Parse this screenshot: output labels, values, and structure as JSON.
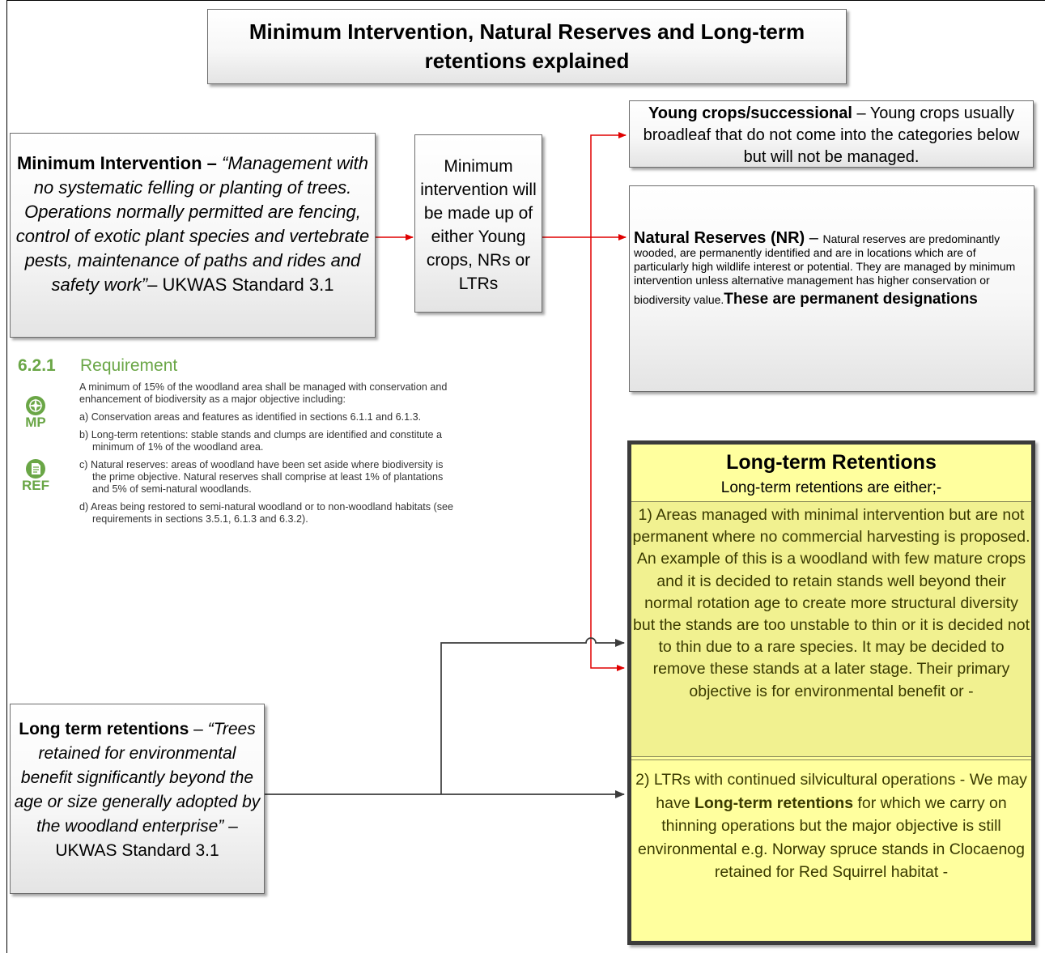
{
  "title": {
    "line1": "Minimum Intervention, Natural Reserves and Long-term",
    "line2": "retentions explained"
  },
  "minimum_intervention": {
    "lead": "Minimum Intervention – ",
    "quote": "“Management with no systematic felling or planting of trees. Operations normally permitted are fencing, control of exotic plant species and vertebrate pests, maintenance of paths and rides and safety work”",
    "source": "– UKWAS Standard 3.1"
  },
  "middle_box": {
    "text": "Minimum intervention will be made up of either Young crops, NRs or LTRs"
  },
  "young_crops": {
    "lead": "Young crops/successional",
    "text": " – Young crops usually broadleaf that do not come into the categories below but will not be managed."
  },
  "natural_reserves": {
    "lead": "Natural Reserves (NR)",
    "dash": " – ",
    "text": "Natural reserves are predominantly wooded, are permanently identified and are in locations which are of particularly high wildlife interest or potential. They are managed by minimum intervention unless alternative management has higher conservation or biodiversity value.",
    "emphasis": "These are permanent designations"
  },
  "long_term_retentions_box": {
    "title": "Long-term Retentions",
    "subtitle": "Long-term retentions are either;-",
    "item1": "1) Areas managed with minimal intervention but are not permanent where no commercial harvesting is proposed.  An example of this is a woodland with few mature crops and it is decided to retain stands well beyond their normal rotation age to create more structural diversity but the stands are too unstable to thin or it is decided not to thin due to a rare species. It may be decided to remove these stands at a later stage.  Their primary objective is for environmental benefit or -",
    "item2_pre": "2) LTRs with continued silvicultural operations - We may have ",
    "item2_bold": "Long-term retentions",
    "item2_post": " for which we carry on thinning operations but the major objective is still environmental e.g. Norway spruce stands in Clocaenog retained for Red Squirrel habitat -"
  },
  "long_term_retentions_def": {
    "lead": "Long term retentions",
    "dash": " – ",
    "quote": "“Trees retained for environmental benefit significantly beyond the age or size generally adopted by the woodland enterprise”",
    "source": " – UKWAS Standard 3.1"
  },
  "requirement": {
    "number": "6.2.1",
    "heading": "Requirement",
    "intro": "A minimum of 15% of the woodland area shall be managed with conservation and enhancement of biodiversity as a major objective including:",
    "items": [
      "a) Conservation areas and features as identified in sections 6.1.1 and 6.1.3.",
      "b) Long-term retentions: stable stands and clumps are identified and constitute a minimum of 1% of the woodland area.",
      "c) Natural reserves: areas of woodland have been set aside where biodiversity is the prime objective. Natural reserves shall comprise at least 1% of plantations and 5% of semi-natural woodlands.",
      "d) Areas being restored to semi-natural woodland or to non-woodland habitats (see requirements in sections 3.5.1, 6.1.3 and 6.3.2)."
    ],
    "badges": [
      "MP",
      "REF"
    ]
  },
  "colors": {
    "arrow_red": "#e00000",
    "arrow_dark": "#3c3c3c",
    "ltr_fill": "#ffff9e",
    "green": "#6aa646"
  }
}
